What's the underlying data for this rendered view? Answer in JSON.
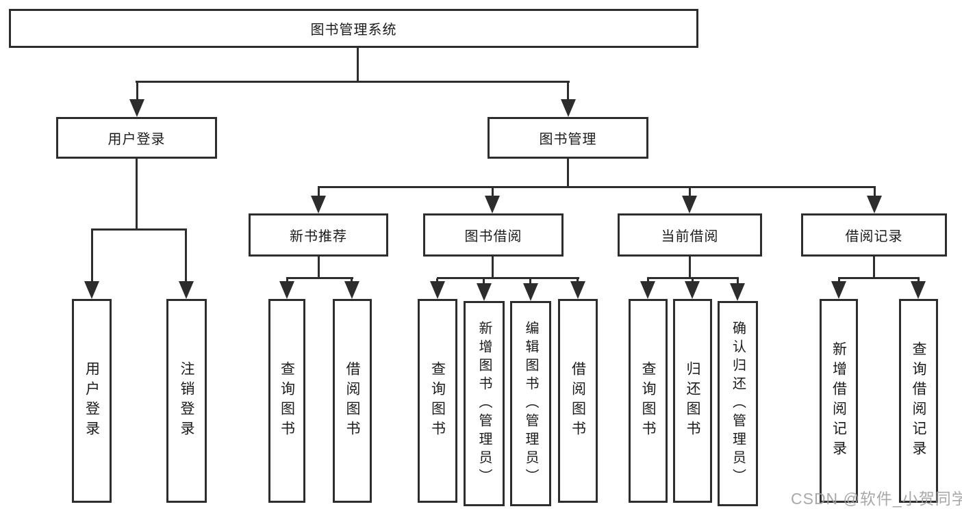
{
  "colors": {
    "line": "#2d2d2d",
    "box_border": "#2d2d2d",
    "text": "#1b1b1b",
    "watermark": "#9e9e9e",
    "background": "#ffffff"
  },
  "tree": {
    "root": {
      "label": "图书管理系统"
    },
    "children": [
      {
        "label": "用户登录",
        "children": [
          {
            "label": "用户登录"
          },
          {
            "label": "注销登录"
          }
        ]
      },
      {
        "label": "图书管理",
        "children": [
          {
            "label": "新书推荐",
            "children": [
              {
                "label": "查询图书"
              },
              {
                "label": "借阅图书"
              }
            ]
          },
          {
            "label": "图书借阅",
            "children": [
              {
                "label": "查询图书"
              },
              {
                "label": "新增图书（管理员）"
              },
              {
                "label": "编辑图书（管理员）"
              },
              {
                "label": "借阅图书"
              }
            ]
          },
          {
            "label": "当前借阅",
            "children": [
              {
                "label": "查询图书"
              },
              {
                "label": "归还图书"
              },
              {
                "label": "确认归还（管理员）"
              }
            ]
          },
          {
            "label": "借阅记录",
            "children": [
              {
                "label": "新增借阅记录"
              },
              {
                "label": "查询借阅记录"
              }
            ]
          }
        ]
      }
    ]
  },
  "watermark": "CSDN @软件_小贺同学"
}
